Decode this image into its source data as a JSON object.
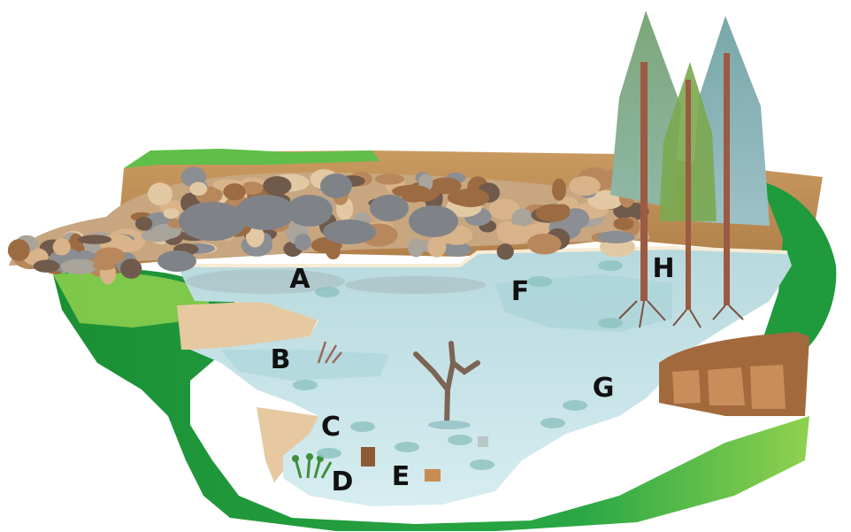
{
  "labels": {
    "a": "A",
    "b": "B",
    "c": "C",
    "d": "D",
    "e": "E",
    "f": "F",
    "g": "G",
    "h": "H"
  },
  "colors": {
    "water": "#cfe7ec",
    "shallow_water": "#b9dbe0",
    "grass": "#1f9a3c",
    "grass_light": "#8fd14f",
    "sand": "#e6c9a0",
    "rock_grey": "#8b8e92",
    "soil": "#c79a5f",
    "trunk": "#9b5a43"
  },
  "icons": [
    "rock-pile",
    "conifer-tree",
    "dead-tree",
    "tree-stump",
    "fish-shadow",
    "water-plant"
  ]
}
